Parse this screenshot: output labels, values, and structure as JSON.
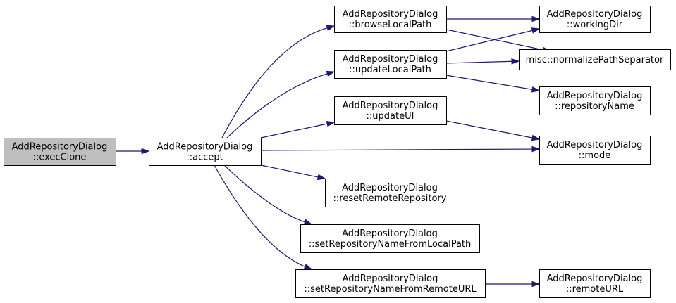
{
  "colors": {
    "root_fill": "#bfbfbf",
    "node_fill": "#ffffff",
    "edge": "#191970"
  },
  "nodes": [
    {
      "id": "execClone",
      "name": "execclone-node",
      "lines": [
        "AddRepositoryDialog",
        "::execClone"
      ],
      "root": true
    },
    {
      "id": "accept",
      "name": "accept-node",
      "lines": [
        "AddRepositoryDialog",
        "::accept"
      ]
    },
    {
      "id": "browseLocalPath",
      "name": "browselocalpath-node",
      "lines": [
        "AddRepositoryDialog",
        "::browseLocalPath"
      ]
    },
    {
      "id": "updateLocalPath",
      "name": "updatelocalpath-node",
      "lines": [
        "AddRepositoryDialog",
        "::updateLocalPath"
      ]
    },
    {
      "id": "updateUI",
      "name": "updateui-node",
      "lines": [
        "AddRepositoryDialog",
        "::updateUI"
      ]
    },
    {
      "id": "resetRemoteRepository",
      "name": "resetremoterepository-node",
      "lines": [
        "AddRepositoryDialog",
        "::resetRemoteRepository"
      ]
    },
    {
      "id": "setRepositoryNameFromLocalPath",
      "name": "setrepositorynamefromlocalpath-node",
      "lines": [
        "AddRepositoryDialog",
        "::setRepositoryNameFromLocalPath"
      ]
    },
    {
      "id": "setRepositoryNameFromRemoteURL",
      "name": "setrepositorynamefromremoteurl-node",
      "lines": [
        "AddRepositoryDialog",
        "::setRepositoryNameFromRemoteURL"
      ]
    },
    {
      "id": "workingDir",
      "name": "workingdir-node",
      "lines": [
        "AddRepositoryDialog",
        "::workingDir"
      ]
    },
    {
      "id": "normalizePathSeparator",
      "name": "normalizepathseparator-node",
      "lines": [
        "misc::normalizePathSeparator"
      ]
    },
    {
      "id": "repositoryName",
      "name": "repositoryname-node",
      "lines": [
        "AddRepositoryDialog",
        "::repositoryName"
      ]
    },
    {
      "id": "mode",
      "name": "mode-node",
      "lines": [
        "AddRepositoryDialog",
        "::mode"
      ]
    },
    {
      "id": "remoteURL",
      "name": "remoteurl-node",
      "lines": [
        "AddRepositoryDialog",
        "::remoteURL"
      ]
    }
  ],
  "edges": [
    {
      "from": "execClone",
      "to": "accept"
    },
    {
      "from": "accept",
      "to": "browseLocalPath"
    },
    {
      "from": "accept",
      "to": "updateLocalPath"
    },
    {
      "from": "accept",
      "to": "updateUI"
    },
    {
      "from": "accept",
      "to": "mode"
    },
    {
      "from": "accept",
      "to": "resetRemoteRepository"
    },
    {
      "from": "accept",
      "to": "setRepositoryNameFromLocalPath"
    },
    {
      "from": "accept",
      "to": "setRepositoryNameFromRemoteURL"
    },
    {
      "from": "browseLocalPath",
      "to": "workingDir"
    },
    {
      "from": "browseLocalPath",
      "to": "normalizePathSeparator"
    },
    {
      "from": "updateLocalPath",
      "to": "workingDir"
    },
    {
      "from": "updateLocalPath",
      "to": "normalizePathSeparator"
    },
    {
      "from": "updateLocalPath",
      "to": "repositoryName"
    },
    {
      "from": "updateUI",
      "to": "mode"
    },
    {
      "from": "setRepositoryNameFromRemoteURL",
      "to": "remoteURL"
    }
  ]
}
